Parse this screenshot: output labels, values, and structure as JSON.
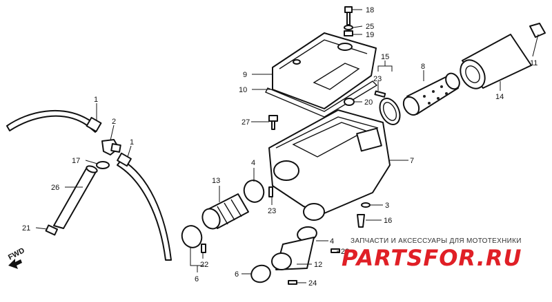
{
  "labels": [
    {
      "id": "c18a",
      "text": "18"
    },
    {
      "id": "c25",
      "text": "25"
    },
    {
      "id": "c19",
      "text": "19"
    },
    {
      "id": "c11",
      "text": "11"
    },
    {
      "id": "c9",
      "text": "9"
    },
    {
      "id": "c10",
      "text": "10"
    },
    {
      "id": "c15",
      "text": "15"
    },
    {
      "id": "c23a",
      "text": "23"
    },
    {
      "id": "c8",
      "text": "8"
    },
    {
      "id": "c14",
      "text": "14"
    },
    {
      "id": "c20",
      "text": "20"
    },
    {
      "id": "c27",
      "text": "27"
    },
    {
      "id": "c1a",
      "text": "1"
    },
    {
      "id": "c2",
      "text": "2"
    },
    {
      "id": "c1b",
      "text": "1"
    },
    {
      "id": "c17",
      "text": "17"
    },
    {
      "id": "c26",
      "text": "26"
    },
    {
      "id": "c21",
      "text": "21"
    },
    {
      "id": "c7",
      "text": "7"
    },
    {
      "id": "c4a",
      "text": "4"
    },
    {
      "id": "c13",
      "text": "13"
    },
    {
      "id": "c23b",
      "text": "23"
    },
    {
      "id": "c3",
      "text": "3"
    },
    {
      "id": "c16",
      "text": "16"
    },
    {
      "id": "c4b",
      "text": "4"
    },
    {
      "id": "c23c",
      "text": "23"
    },
    {
      "id": "c12",
      "text": "12"
    },
    {
      "id": "c22",
      "text": "22"
    },
    {
      "id": "c6a",
      "text": "6"
    },
    {
      "id": "c6b",
      "text": "6"
    },
    {
      "id": "c24",
      "text": "24"
    }
  ],
  "direction_marker": "FWD",
  "watermark": {
    "tagline": "ЗАПЧАСТИ И АКСЕССУАРЫ ДЛЯ МОТОТЕХНИКИ",
    "logo": "PARTSFOR.RU",
    "logo_color": "#e01f26"
  },
  "colors": {
    "line": "#111111",
    "background": "#ffffff"
  }
}
